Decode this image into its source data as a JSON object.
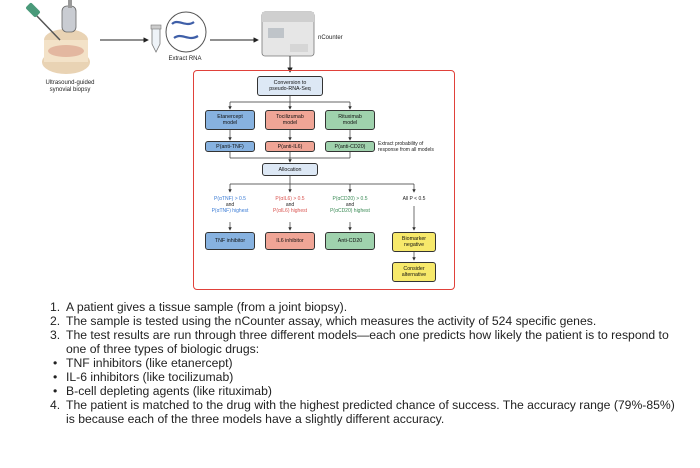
{
  "pipeline": {
    "biopsy_caption_line1": "Ultrasound-guided",
    "biopsy_caption_line2": "synovial biopsy",
    "rna_caption": "Extract RNA",
    "device_caption": "nCounter"
  },
  "flow": {
    "conversion_line1": "Conversion to",
    "conversion_line2": "pseudo-RNA-Seq",
    "models": [
      {
        "line1": "Etanercept",
        "line2": "model",
        "prob": "P(anti-TNF)"
      },
      {
        "line1": "Tocilizumab",
        "line2": "model",
        "prob": "P(anti-IL6)"
      },
      {
        "line1": "Rituximab",
        "line2": "model",
        "prob": "P(anti-CD20)"
      }
    ],
    "extract_note_line1": "Extract probability of",
    "extract_note_line2": "response from all models",
    "allocation": "Allocation",
    "conditions": [
      {
        "a": "P(αTNF) > 0.5",
        "b": "and",
        "c": "P(αTNF) highest"
      },
      {
        "a": "P(αIL6) > 0.5",
        "b": "and",
        "c": "P(αIL6) highest"
      },
      {
        "a": "P(αCD20) > 0.5",
        "b": "and",
        "c": "P(αCD20) highest"
      },
      {
        "a": "All P < 0.5"
      }
    ],
    "outcomes": [
      "TNF inhibitor",
      "IL6 inhibitor",
      "Anti-CD20"
    ],
    "biomarker_line1": "Biomarker",
    "biomarker_line2": "negative",
    "consider_line1": "Consider",
    "consider_line2": "alternative"
  },
  "steps": [
    {
      "marker": "1.",
      "text": "A patient gives a tissue sample (from a joint biopsy)."
    },
    {
      "marker": "2.",
      "text": "The sample is tested using the nCounter assay, which measures the activity of 524 specific genes."
    },
    {
      "marker": "3.",
      "text": "The test results are run through three different models—each one predicts how likely the patient is to respond to one of three types of biologic drugs:"
    },
    {
      "marker": "•",
      "text": "TNF inhibitors (like etanercept)"
    },
    {
      "marker": "•",
      "text": "IL-6 inhibitors (like tocilizumab)"
    },
    {
      "marker": "•",
      "text": "B-cell depleting agents (like rituximab)"
    },
    {
      "marker": "4.",
      "text": "The patient is matched to the drug with the highest predicted chance of success. The accuracy range (79%-85%) is because each of the three models have a slightly different accuracy."
    }
  ],
  "colors": {
    "panel_border": "#e0413a",
    "etanercept": "#87b2e0",
    "tocilizumab": "#f0a596",
    "rituximab": "#9fd2ad",
    "allocation": "#dde8f5",
    "biomarker": "#f7e96b"
  }
}
